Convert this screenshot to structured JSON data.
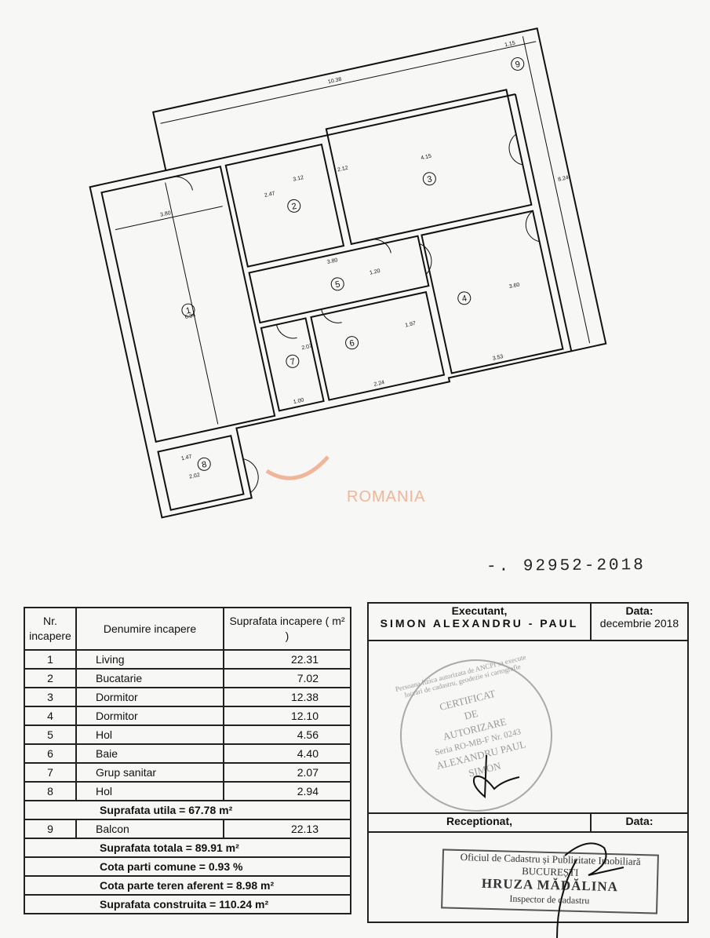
{
  "plan": {
    "rooms": [
      "1",
      "2",
      "3",
      "4",
      "5",
      "6",
      "7",
      "8",
      "9"
    ],
    "dims": [
      "10.38",
      "1.15",
      "8.24",
      "3.80",
      "6.34",
      "2.47",
      "3.12",
      "2.12",
      "4.15",
      "3.80",
      "1.20",
      "3.60",
      "3.53",
      "1.97",
      "2.24",
      "2.07",
      "1.00",
      "1.47",
      "2.02"
    ],
    "watermark": "ROMANIA",
    "doc_number": "-. 92952-2018"
  },
  "rooms_table": {
    "headers": [
      "Nr. incapere",
      "Denumire incapere",
      "Suprafata incapere ( m² )"
    ],
    "rows": [
      {
        "nr": "1",
        "name": "Living",
        "area": "22.31"
      },
      {
        "nr": "2",
        "name": "Bucatarie",
        "area": "7.02"
      },
      {
        "nr": "3",
        "name": "Dormitor",
        "area": "12.38"
      },
      {
        "nr": "4",
        "name": "Dormitor",
        "area": "12.10"
      },
      {
        "nr": "5",
        "name": "Hol",
        "area": "4.56"
      },
      {
        "nr": "6",
        "name": "Baie",
        "area": "4.40"
      },
      {
        "nr": "7",
        "name": "Grup sanitar",
        "area": "2.07"
      },
      {
        "nr": "8",
        "name": "Hol",
        "area": "2.94"
      }
    ],
    "suprafata_utila": "Suprafata utila = 67.78 m²",
    "balcon": {
      "nr": "9",
      "name": "Balcon",
      "area": "22.13"
    },
    "suprafata_totala": "Suprafata totala = 89.91 m²",
    "cota_parti_comune": "Cota parti comune = 0.93 %",
    "cota_teren": "Cota parte teren aferent = 8.98 m²",
    "suprafata_construita": "Suprafata construita = 110.24 m²"
  },
  "signature_block": {
    "executant_label": "Executant,",
    "executant_name": "SIMON ALEXANDRU - PAUL",
    "data_label": "Data:",
    "data_value": "decembrie 2018",
    "stamp_ring": "Persoana fizica autorizata de ANCPI sa execute lucrari de cadastru, geodezie si cartografie",
    "stamp_lines": [
      "CERTIFICAT",
      "DE",
      "AUTORIZARE",
      "Seria RO-MB-F Nr. 0243",
      "ALEXANDRU PAUL",
      "SIMON"
    ],
    "receptionat_label": "Receptionat,",
    "data2_label": "Data:",
    "ocpi_lines": [
      "Oficiul de Cadastru și Publicitate Imobiliară",
      "BUCUREȘTI",
      "HRUZA MĂDĂLINA",
      "Inspector de cadastru"
    ]
  }
}
